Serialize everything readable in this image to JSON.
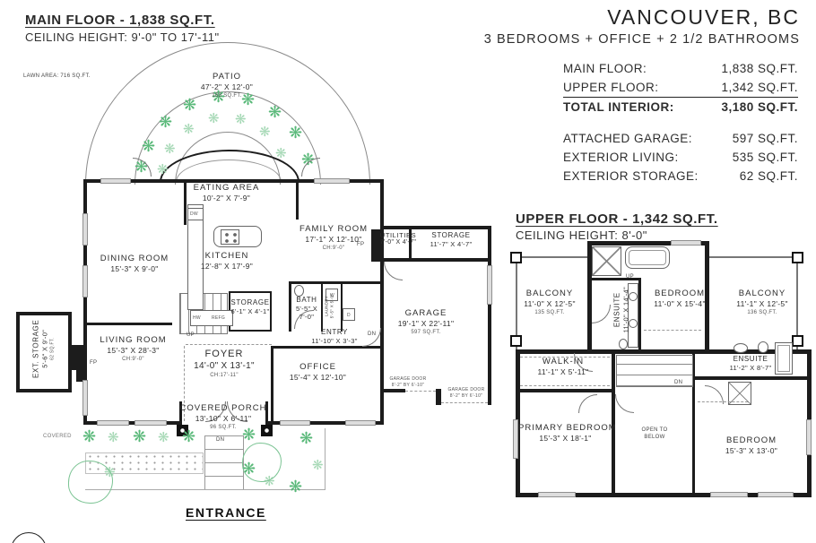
{
  "header": {
    "city": "VANCOUVER, BC",
    "subtitle": "3 BEDROOMS + OFFICE + 2 1/2 BATHROOMS"
  },
  "area_table": {
    "interior": [
      {
        "label": "MAIN FLOOR:",
        "value": "1,838 SQ.FT."
      },
      {
        "label": "UPPER FLOOR:",
        "value": "1,342 SQ.FT."
      },
      {
        "label": "TOTAL INTERIOR:",
        "value": "3,180 SQ.FT."
      }
    ],
    "exterior": [
      {
        "label": "ATTACHED GARAGE:",
        "value": "597 SQ.FT."
      },
      {
        "label": "EXTERIOR LIVING:",
        "value": "535 SQ.FT."
      },
      {
        "label": "EXTERIOR STORAGE:",
        "value": "62 SQ.FT."
      }
    ]
  },
  "main_floor": {
    "heading": "MAIN FLOOR - 1,838 SQ.FT.",
    "ceiling": "CEILING HEIGHT: 9'-0\" TO 17'-11\"",
    "entrance": "ENTRANCE",
    "covered": "COVERED",
    "lawn": "LAWN AREA: 716 SQ.FT.",
    "rooms": {
      "patio": {
        "name": "PATIO",
        "dims": "47'-2\" X 12'-0\"",
        "area": "168 SQ.FT."
      },
      "eating_area": {
        "name": "EATING AREA",
        "dims": "10'-2\" X 7'-9\""
      },
      "family_room": {
        "name": "FAMILY ROOM",
        "dims": "17'-1\" X 12'-10\"",
        "note": "CH:9'-0\""
      },
      "dining_room": {
        "name": "DINING ROOM",
        "dims": "15'-3\" X 9'-0\""
      },
      "kitchen": {
        "name": "KITCHEN",
        "dims": "12'-8\" X 17'-9\""
      },
      "storage_hall": {
        "name": "STORAGE",
        "dims": "6'-1\" X 4'-1\""
      },
      "bath": {
        "name": "BATH",
        "dims": "5'-5\" X 7'-0\""
      },
      "laundry": {
        "name": "LAUNDRY",
        "dims": "5'-5\" X 5'-9\""
      },
      "entry": {
        "name": "ENTRY",
        "dims": "11'-10\" X 3'-3\""
      },
      "utilities": {
        "name": "UTILITIES",
        "dims": "7'-0\" X 4'-7\""
      },
      "storage_garage": {
        "name": "STORAGE",
        "dims": "11'-7\" X 4'-7\""
      },
      "garage": {
        "name": "GARAGE",
        "dims": "19'-1\" X 22'-11\"",
        "area": "597 SQ.FT."
      },
      "living_room": {
        "name": "LIVING ROOM",
        "dims": "15'-3\" X 28'-3\"",
        "note": "CH:9'-0\""
      },
      "foyer": {
        "name": "FOYER",
        "dims": "14'-0\" X 13'-1\"",
        "note": "CH:17'-11\""
      },
      "office": {
        "name": "OFFICE",
        "dims": "15'-4\" X 12'-10\""
      },
      "covered_porch": {
        "name": "COVERED PORCH",
        "dims": "13'-10\" X 6'-11\"",
        "area": "96 SQ.FT."
      },
      "ext_storage": {
        "name": "EXT. STORAGE",
        "dims": "5'-6\" X 9'-0\"",
        "area": "62 SQ.FT."
      }
    }
  },
  "upper_floor": {
    "heading": "UPPER FLOOR - 1,342 SQ.FT.",
    "ceiling": "CEILING HEIGHT: 8'-0\"",
    "rooms": {
      "balcony_left": {
        "name": "BALCONY",
        "dims": "11'-0\" X 12'-5\"",
        "area": "135 SQ.FT."
      },
      "ensuite_primary": {
        "name": "ENSUITE",
        "dims": "11'-0\" X 14'-4\""
      },
      "bedroom_top": {
        "name": "BEDROOM",
        "dims": "11'-0\" X 15'-4\""
      },
      "balcony_right": {
        "name": "BALCONY",
        "dims": "11'-1\" X 12'-5\"",
        "area": "136 SQ.FT."
      },
      "walk_in": {
        "name": "WALK-IN",
        "dims": "11'-1\" X 5'-11\""
      },
      "ensuite_right": {
        "name": "ENSUITE",
        "dims": "11'-2\" X 8'-7\""
      },
      "primary_bedroom": {
        "name": "PRIMARY BEDROOM",
        "dims": "15'-3\" X 18'-1\""
      },
      "open_to_below": {
        "line1": "OPEN TO",
        "line2": "BELOW"
      },
      "bedroom_right": {
        "name": "BEDROOM",
        "dims": "15'-3\" X 13'-0\""
      }
    }
  },
  "annotations": {
    "up": "UP",
    "dn": "DN",
    "fp": "FP",
    "dw": "DW",
    "hw": "HW",
    "refg": "REFG",
    "w": "W",
    "d": "D",
    "garage_door": {
      "name": "GARAGE DOOR",
      "dims": "8'-2\" BY 6'-10\""
    }
  },
  "icons": {
    "plant": "❋"
  },
  "colors": {
    "wall_black": "#1c1c1c",
    "line_gray": "#8a8a8a",
    "plant_green": "#58b878",
    "plant_green_light": "#a5d8b5"
  }
}
